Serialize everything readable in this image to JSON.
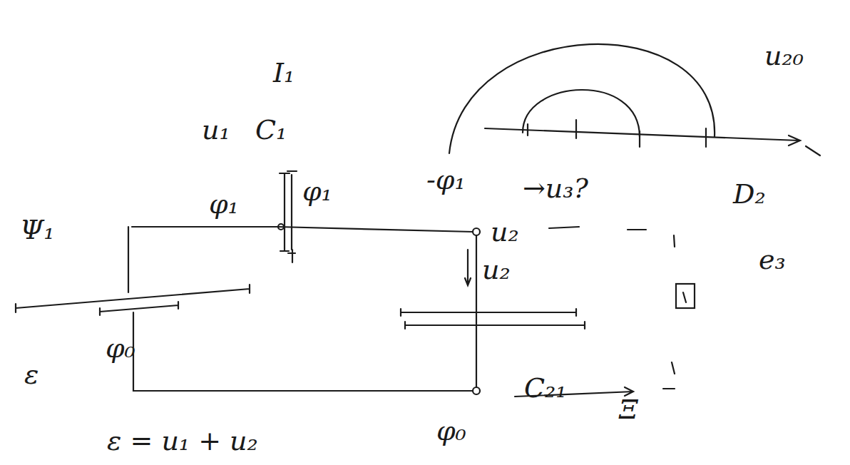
{
  "diagram": {
    "labels": [
      "I₁",
      "u₁",
      "C₁",
      "φ₁",
      "φ₁",
      "Ψ₁",
      "φ₀",
      "ε",
      "ε = u₁ + u₂",
      "φ₀",
      "u₂",
      "u₂",
      "C₂₁",
      "-φ₁",
      "→u₃?",
      "u₂₀",
      "D₂",
      "e₃",
      "Ξ"
    ]
  }
}
